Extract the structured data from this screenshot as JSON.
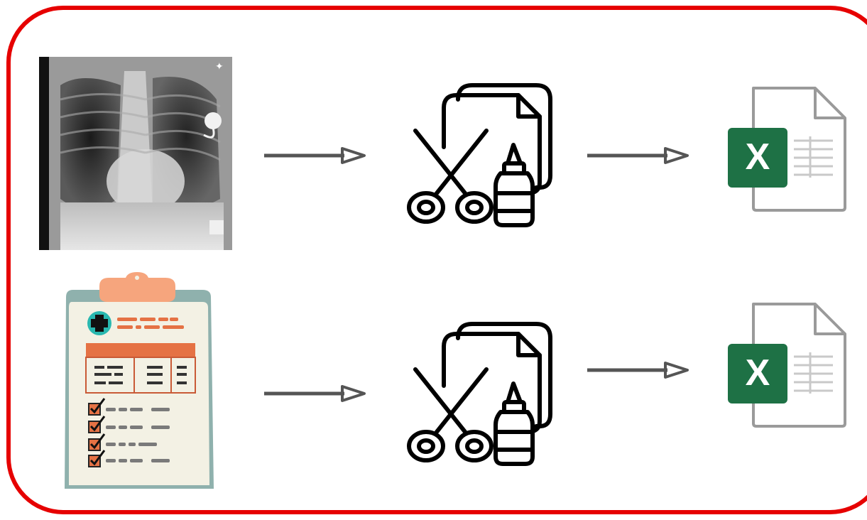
{
  "title_fragment": "",
  "colors": {
    "frame": "#e60000",
    "arrow": "#555555",
    "excel_green": "#1e7145",
    "clipboard_board": "#8fb1ad",
    "clipboard_accent": "#e57244",
    "clip_peach": "#f6a57d"
  },
  "rows": [
    {
      "input_icon": "chest-xray-image",
      "process_icon": "scissors-glue-icon",
      "output_icon": "excel-file-icon",
      "output_letter": "X"
    },
    {
      "input_icon": "medical-clipboard-icon",
      "process_icon": "scissors-glue-icon",
      "output_icon": "excel-file-icon",
      "output_letter": "X"
    }
  ]
}
